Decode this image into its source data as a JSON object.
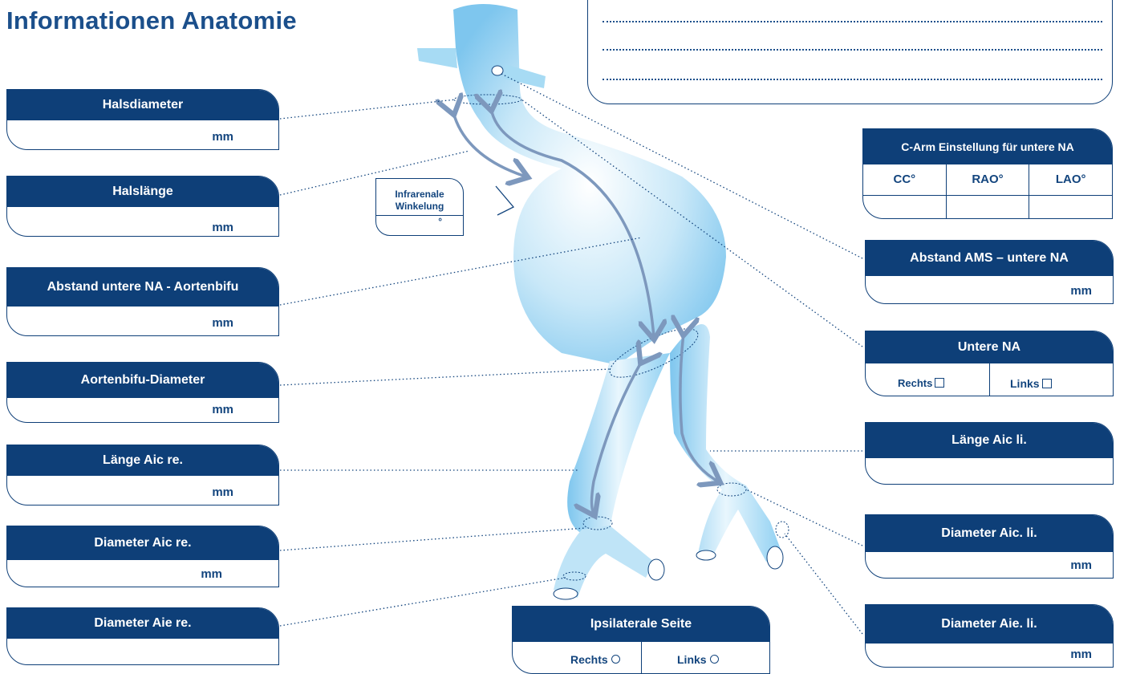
{
  "title": "Informationen Anatomie",
  "left_fields": [
    {
      "label": "Halsdiameter",
      "unit": "mm"
    },
    {
      "label": "Halslänge",
      "unit": "mm"
    },
    {
      "label": "Abstand untere NA - Aortenbifu",
      "unit": "mm"
    },
    {
      "label": "Aortenbifu-Diameter",
      "unit": "mm"
    },
    {
      "label": "Länge Aic re.",
      "unit": "mm"
    },
    {
      "label": "Diameter Aic re.",
      "unit": "mm"
    },
    {
      "label": "Diameter Aie re.",
      "unit": ""
    }
  ],
  "angle_box": {
    "label_line1": "Infrarenale",
    "label_line2": "Winkelung",
    "unit": "°"
  },
  "carm": {
    "title": "C-Arm Einstellung für untere NA",
    "cols": [
      "CC°",
      "RAO°",
      "LAO°"
    ]
  },
  "right_fields": [
    {
      "label": "Abstand AMS – untere NA",
      "unit": "mm"
    },
    {
      "label": "Länge Aic li.",
      "unit": ""
    },
    {
      "label": "Diameter Aic. li.",
      "unit": "mm"
    },
    {
      "label": "Diameter Aie. li.",
      "unit": "mm"
    }
  ],
  "untere_na": {
    "title": "Untere NA",
    "option_right": "Rechts",
    "option_left": "Links"
  },
  "ipsilateral": {
    "title": "Ipsilaterale Seite",
    "option_right": "Rechts",
    "option_left": "Links"
  },
  "colors": {
    "navy": "#0e3f78",
    "vessel": "#8fd0f2"
  }
}
